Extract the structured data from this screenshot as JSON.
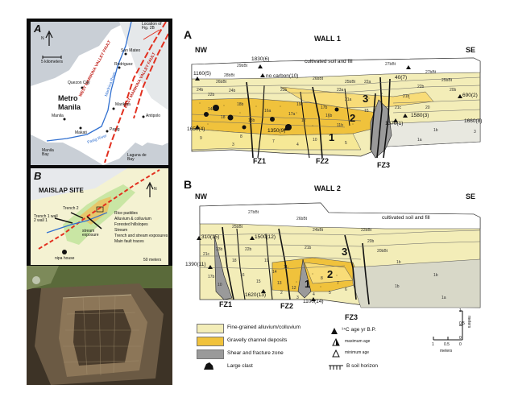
{
  "map_a": {
    "panel_letter": "A",
    "labels": {
      "north": "N",
      "scale": "5 kilometers",
      "location": "Location of Fig. 2B",
      "west_fault": "WEST MARIKINA VALLEY FAULT",
      "east_fault": "EAST MARIKINA VALLEY FAULT",
      "quezon": "Quezon City",
      "san_mateo": "San Mateo",
      "rodriguez": "Rodriguez",
      "metro_manila": "Metro Manila",
      "marikina": "Marikina",
      "marikina_river": "Marikina River",
      "manila": "Manila",
      "makati": "Makati",
      "pasig": "Pasig",
      "antipolo": "Antipolo",
      "pasig_river": "Pasig River",
      "manila_bay": "Manila Bay",
      "laguna": "Laguna de Bay"
    },
    "colors": {
      "land": "#ffffff",
      "water": "#c9cfd6",
      "fault": "#e23020",
      "river": "#2f6fd0"
    }
  },
  "map_b": {
    "panel_letter": "B",
    "title": "MAISLAP SITE",
    "north": "N",
    "trench1": "Trench 1 wall 2 wall 1",
    "trench2": "Trench 2",
    "stream_exposure": "stream exposure",
    "nipa_house": "nipa house",
    "scale": "50 meters",
    "legend": [
      "Rice paddies",
      "Alluvium & colluvium",
      "Forested hillslopes",
      "Stream",
      "Trench and stream exposures",
      "Main fault traces"
    ]
  },
  "wall1": {
    "panel_letter": "A",
    "title": "WALL 1",
    "nw": "NW",
    "se": "SE",
    "soil": "cultivated soil and fill",
    "ages": [
      "1160(5)",
      "1830(6)",
      "no carbon(10)",
      "40(7)",
      "690(2)",
      "1650(4)",
      "1350(9)",
      "1580(3)",
      "1370(1)",
      "1660(8)"
    ],
    "units": [
      "1",
      "2",
      "3"
    ],
    "faults": [
      "FZ1",
      "FZ2",
      "FZ3"
    ],
    "cells": [
      "29bBt",
      "28bBt",
      "27bBt",
      "26bBt",
      "27bBt",
      "26bBt",
      "25bBt",
      "25bBt",
      "24b",
      "23b",
      "22b",
      "24b",
      "23a",
      "22a",
      "21a",
      "21b",
      "21c",
      "20",
      "22b",
      "20b",
      "19c",
      "18b",
      "17b",
      "16a",
      "15",
      "14c",
      "13b",
      "12",
      "11b",
      "9",
      "8",
      "7",
      "10",
      "5",
      "4",
      "3",
      "1b",
      "1a",
      "18",
      "17a",
      "16b",
      "2",
      "3"
    ]
  },
  "wall2": {
    "panel_letter": "B",
    "title": "WALL 2",
    "nw": "NW",
    "se": "SE",
    "soil": "cultivated soil and fill",
    "ages": [
      "310(15)",
      "1500(12)",
      "1390(11)",
      "1620(13)",
      "1100(14)"
    ],
    "units": [
      "1",
      "2",
      "3"
    ],
    "faults": [
      "FZ1",
      "FZ2",
      "FZ3"
    ],
    "cells": [
      "27bBt",
      "26bBt",
      "25bBt",
      "24bBt",
      "23b",
      "22b",
      "21b",
      "20b",
      "22bBt",
      "20bBt",
      "21c",
      "19",
      "18",
      "17b",
      "16",
      "15",
      "14",
      "13",
      "12",
      "11",
      "10",
      "1b",
      "1a",
      "8",
      "7",
      "6",
      "5",
      "4",
      "3",
      "2",
      "1b",
      "1b"
    ]
  },
  "legend": {
    "items": [
      {
        "label": "Fine-grained alluvium/colluvium",
        "color": "#f3edb8"
      },
      {
        "label": "Gravelly channel deposits",
        "color": "#f0c23c"
      },
      {
        "label": "Shear and fracture zone",
        "color": "#9a9a9a"
      },
      {
        "label": "Large clast",
        "color": "#111111"
      }
    ],
    "age_title": "¹⁴C age yr B.P.",
    "max_age": "maximum age",
    "min_age": "minimum age",
    "soil_horizon": "B soil horizon",
    "soil_prefix": "??????",
    "scale_v": "meters",
    "scale_h": "meters",
    "scale_ticks": [
      "1",
      "0.5",
      "0",
      "1",
      "0.5",
      "0"
    ]
  }
}
